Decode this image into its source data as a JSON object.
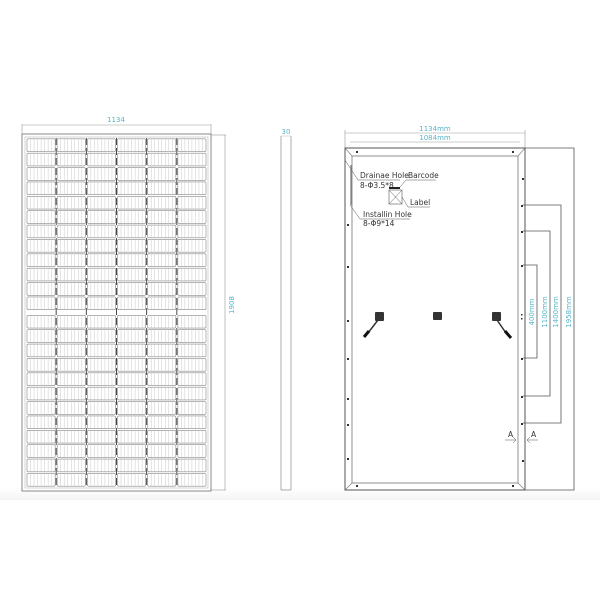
{
  "front_view": {
    "width_label": "1134",
    "height_label": "1908",
    "cell_columns": 6,
    "cell_rows_per_half": 12
  },
  "side_view": {
    "thickness_label": "30"
  },
  "back_view": {
    "outer_width_label": "1134mm",
    "inner_width_label": "1084mm",
    "annotations": {
      "drain_hole": "Drainae Hole",
      "drain_hole_spec": "8-Φ3.5*8",
      "barcode": "Barcode",
      "label": "Label",
      "install_hole": "Installin Hole",
      "install_hole_spec": "8-Φ9*14"
    },
    "vertical_dims": [
      "400mm",
      "1100mm",
      "1400mm",
      "1958mm"
    ],
    "section_marks": [
      "A",
      "A"
    ]
  },
  "colors": {
    "dimension_text": "#59b6c9",
    "line": "#555555",
    "cell_outline": "#777777"
  }
}
